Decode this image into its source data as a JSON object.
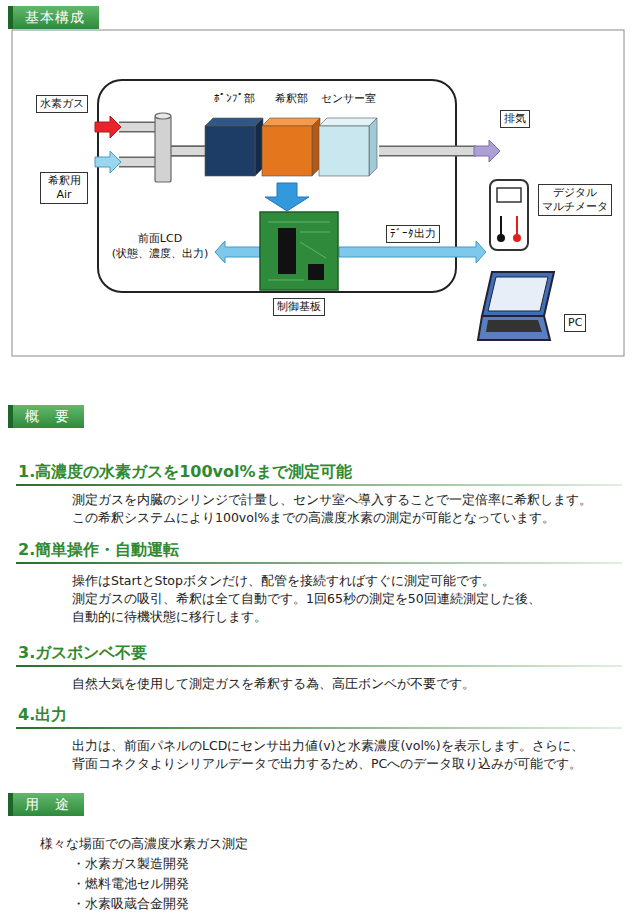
{
  "diagram": {
    "title": "基本構成",
    "nodes": [
      {
        "text": [
          "水素ガス"
        ]
      },
      {
        "text": [
          "希釈用 Air"
        ]
      },
      {
        "text": [
          "ﾎﾟﾝﾌﾟ部"
        ]
      },
      {
        "text": [
          "希釈部"
        ]
      },
      {
        "text": [
          "センサー室"
        ]
      },
      {
        "text": [
          "制御基板"
        ]
      },
      {
        "text": [
          "前面LCD",
          "(状態、濃度、出力)"
        ]
      },
      {
        "text": [
          "排気"
        ]
      },
      {
        "text": [
          "デジタル マルチメータ"
        ]
      },
      {
        "text": [
          "PC"
        ]
      }
    ],
    "edges": [
      {
        "from": 0,
        "to": 2,
        "arrow": "to"
      },
      {
        "from": 1,
        "to": 2,
        "arrow": "to"
      },
      {
        "from": 4,
        "to": 7,
        "arrow": "to"
      },
      {
        "from": 3,
        "to": 5,
        "arrow": "to"
      },
      {
        "from": 5,
        "to": 6,
        "arrow": "to"
      },
      {
        "from": 5,
        "to": 8,
        "label": "ﾃﾞｰﾀ出力",
        "arrow": "to"
      }
    ],
    "labels": [
      "概　要",
      "1.高濃度の水素ガスを100vol%まで測定可能",
      "測定ガスを内臓のシリンジで計量し、センサ室へ導入することで一定倍率に希釈します。",
      "この希釈システムにより100vol%までの高濃度水素の測定が可能となっています。",
      "2.簡単操作・自動運転",
      "操作はStartとStopボタンだけ、配管を接続すればすぐに測定可能です。",
      "測定ガスの吸引、希釈は全て自動です。1回65秒の測定を50回連続測定した後、",
      "自動的に待機状態に移行します。",
      "3.ガスボンベ不要",
      "自然大気を使用して測定ガスを希釈する為、高圧ボンベが不要です。",
      "4.出力",
      "出力は、前面パネルのLCDにセンサ出力値(v)と水素濃度(vol%)を表示します。さらに、",
      "背面コネクタよりシリアルデータで出力するため、PCへのデータ取り込みが可能です。",
      "用　途",
      "様々な場面での高濃度水素ガス測定",
      "・水素ガス製造開発",
      "・燃料電池セル開発",
      "・水素吸蔵合金開発"
    ]
  }
}
